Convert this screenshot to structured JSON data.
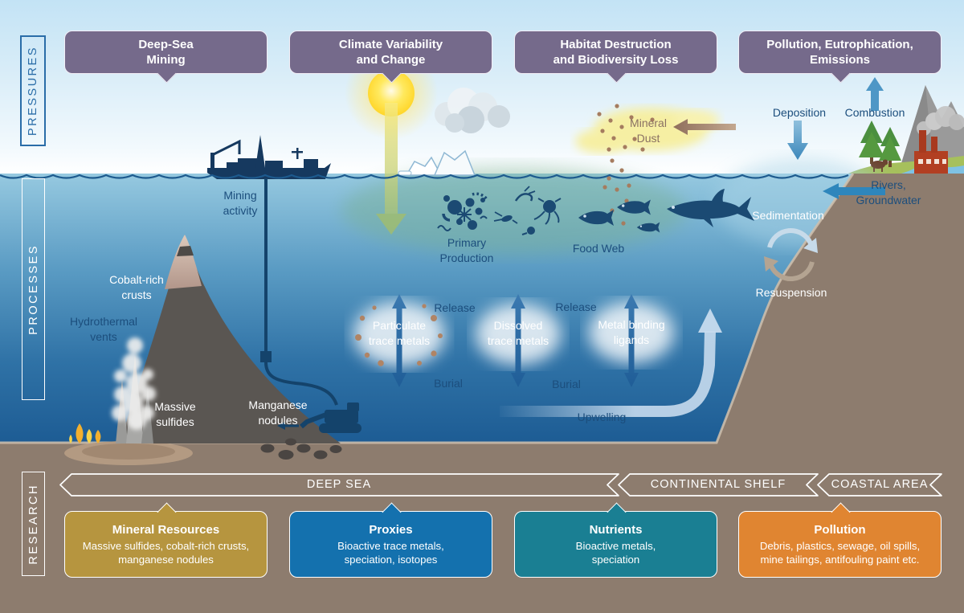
{
  "palette": {
    "sky_top": "#c3e3f5",
    "ocean_top": "#96c9e0",
    "ocean_deep": "#1d5c94",
    "seafloor_brown": "#8d7c6e",
    "pressure_box": "#756a8b",
    "mineral_resources_box": "#b6953f",
    "proxies_box": "#1471ae",
    "nutrients_box": "#1a7f93",
    "pollution_box": "#e08531",
    "navy_label": "#1c4e7d",
    "blue_arrow": "#4e97c6",
    "pressures_label_blue": "#2a6da8"
  },
  "pressures": {
    "section_label": "PRESSURES",
    "boxes": [
      {
        "label": "Deep-Sea\nMining"
      },
      {
        "label": "Climate Variability\nand Change"
      },
      {
        "label": "Habitat Destruction\nand Biodiversity Loss"
      },
      {
        "label": "Pollution, Eutrophication,\nEmissions"
      }
    ]
  },
  "processes": {
    "section_label": "PROCESSES",
    "labels": {
      "mining_activity": "Mining\nactivity",
      "cobalt_crusts": "Cobalt-rich\ncrusts",
      "hydrothermal_vents": "Hydrothermal\nvents",
      "massive_sulfides": "Massive\nsulfides",
      "manganese_nodules": "Manganese\nnodules",
      "primary_production": "Primary\nProduction",
      "food_web": "Food Web",
      "mineral_dust": "Mineral\nDust",
      "deposition": "Deposition",
      "combustion": "Combustion",
      "rivers_groundwater": "Rivers,\nGroundwater",
      "sedimentation": "Sedimentation",
      "resuspension": "Resuspension",
      "release_left": "Release",
      "release_right": "Release",
      "burial_left": "Burial",
      "burial_right": "Burial",
      "particulate_trace_metals": "Particulate\ntrace metals",
      "dissolved_trace_metals": "Dissolved\ntrace metals",
      "metal_binding_ligands": "Metal binding\nligands",
      "upwelling": "Upwelling"
    }
  },
  "research": {
    "section_label": "RESEARCH",
    "zones": [
      {
        "label": "DEEP SEA"
      },
      {
        "label": "CONTINENTAL SHELF"
      },
      {
        "label": "COASTAL AREA"
      }
    ],
    "boxes": [
      {
        "title": "Mineral Resources",
        "desc": "Massive sulfides, cobalt-rich crusts,\nmanganese nodules"
      },
      {
        "title": "Proxies",
        "desc": "Bioactive trace metals,\nspeciation, isotopes"
      },
      {
        "title": "Nutrients",
        "desc": "Bioactive metals,\nspeciation"
      },
      {
        "title": "Pollution",
        "desc": "Debris, plastics, sewage, oil spills,\nmine tailings, antifouling paint etc."
      }
    ]
  }
}
